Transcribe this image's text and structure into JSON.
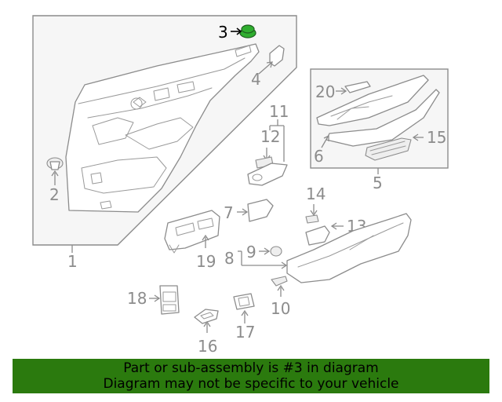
{
  "callouts": {
    "c1": "1",
    "c2": "2",
    "c3": "3",
    "c4": "4",
    "c5": "5",
    "c6": "6",
    "c7": "7",
    "c8": "8",
    "c9": "9",
    "c10": "10",
    "c11": "11",
    "c12": "12",
    "c13": "13",
    "c14": "14",
    "c15": "15",
    "c16": "16",
    "c17": "17",
    "c18": "18",
    "c19": "19",
    "c20": "20"
  },
  "highlight_color": "#2fae2f",
  "banner": {
    "line1": "Part or sub-assembly is #3 in diagram",
    "line2": "Diagram may not be specific to your vehicle",
    "color": "#2b7a0e"
  }
}
